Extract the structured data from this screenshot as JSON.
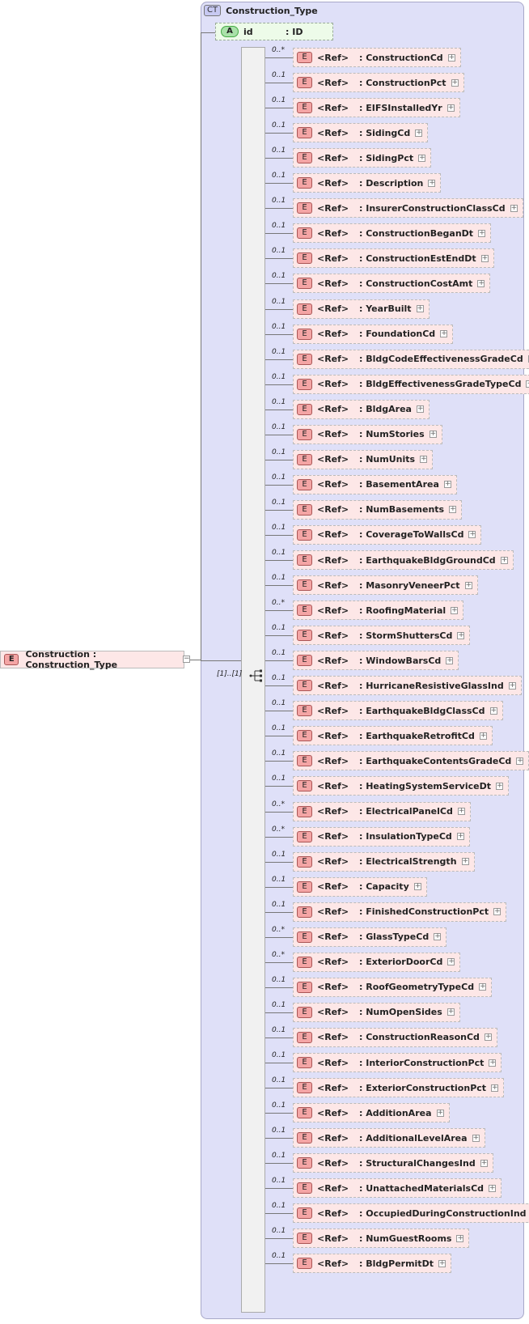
{
  "complex_type": {
    "badge": "CT",
    "name": "Construction_Type"
  },
  "root_element": {
    "badge": "E",
    "label": "Construction : Construction_Type"
  },
  "attribute": {
    "badge": "A",
    "name": "id",
    "type": ": ID"
  },
  "sequence": {
    "multiplicity": "[1]..[1]"
  },
  "elements": [
    {
      "mult": "0..*",
      "ref": "<Ref>",
      "name": ": ConstructionCd"
    },
    {
      "mult": "0..1",
      "ref": "<Ref>",
      "name": ": ConstructionPct"
    },
    {
      "mult": "0..1",
      "ref": "<Ref>",
      "name": ": EIFSInstalledYr"
    },
    {
      "mult": "0..1",
      "ref": "<Ref>",
      "name": ": SidingCd"
    },
    {
      "mult": "0..1",
      "ref": "<Ref>",
      "name": ": SidingPct"
    },
    {
      "mult": "0..1",
      "ref": "<Ref>",
      "name": ": Description"
    },
    {
      "mult": "0..1",
      "ref": "<Ref>",
      "name": ": InsurerConstructionClassCd"
    },
    {
      "mult": "0..1",
      "ref": "<Ref>",
      "name": ": ConstructionBeganDt"
    },
    {
      "mult": "0..1",
      "ref": "<Ref>",
      "name": ": ConstructionEstEndDt"
    },
    {
      "mult": "0..1",
      "ref": "<Ref>",
      "name": ": ConstructionCostAmt"
    },
    {
      "mult": "0..1",
      "ref": "<Ref>",
      "name": ": YearBuilt"
    },
    {
      "mult": "0..1",
      "ref": "<Ref>",
      "name": ": FoundationCd"
    },
    {
      "mult": "0..1",
      "ref": "<Ref>",
      "name": ": BldgCodeEffectivenessGradeCd"
    },
    {
      "mult": "0..1",
      "ref": "<Ref>",
      "name": ": BldgEffectivenessGradeTypeCd"
    },
    {
      "mult": "0..1",
      "ref": "<Ref>",
      "name": ": BldgArea"
    },
    {
      "mult": "0..1",
      "ref": "<Ref>",
      "name": ": NumStories"
    },
    {
      "mult": "0..1",
      "ref": "<Ref>",
      "name": ": NumUnits"
    },
    {
      "mult": "0..1",
      "ref": "<Ref>",
      "name": ": BasementArea"
    },
    {
      "mult": "0..1",
      "ref": "<Ref>",
      "name": ": NumBasements"
    },
    {
      "mult": "0..1",
      "ref": "<Ref>",
      "name": ": CoverageToWallsCd"
    },
    {
      "mult": "0..1",
      "ref": "<Ref>",
      "name": ": EarthquakeBldgGroundCd"
    },
    {
      "mult": "0..1",
      "ref": "<Ref>",
      "name": ": MasonryVeneerPct"
    },
    {
      "mult": "0..*",
      "ref": "<Ref>",
      "name": ": RoofingMaterial"
    },
    {
      "mult": "0..1",
      "ref": "<Ref>",
      "name": ": StormShuttersCd"
    },
    {
      "mult": "0..1",
      "ref": "<Ref>",
      "name": ": WindowBarsCd"
    },
    {
      "mult": "0..1",
      "ref": "<Ref>",
      "name": ": HurricaneResistiveGlassInd"
    },
    {
      "mult": "0..1",
      "ref": "<Ref>",
      "name": ": EarthquakeBldgClassCd"
    },
    {
      "mult": "0..1",
      "ref": "<Ref>",
      "name": ": EarthquakeRetrofitCd"
    },
    {
      "mult": "0..1",
      "ref": "<Ref>",
      "name": ": EarthquakeContentsGradeCd"
    },
    {
      "mult": "0..1",
      "ref": "<Ref>",
      "name": ": HeatingSystemServiceDt"
    },
    {
      "mult": "0..*",
      "ref": "<Ref>",
      "name": ": ElectricalPanelCd"
    },
    {
      "mult": "0..*",
      "ref": "<Ref>",
      "name": ": InsulationTypeCd"
    },
    {
      "mult": "0..1",
      "ref": "<Ref>",
      "name": ": ElectricalStrength"
    },
    {
      "mult": "0..1",
      "ref": "<Ref>",
      "name": ": Capacity"
    },
    {
      "mult": "0..1",
      "ref": "<Ref>",
      "name": ": FinishedConstructionPct"
    },
    {
      "mult": "0..*",
      "ref": "<Ref>",
      "name": ": GlassTypeCd"
    },
    {
      "mult": "0..*",
      "ref": "<Ref>",
      "name": ": ExteriorDoorCd"
    },
    {
      "mult": "0..1",
      "ref": "<Ref>",
      "name": ": RoofGeometryTypeCd"
    },
    {
      "mult": "0..1",
      "ref": "<Ref>",
      "name": ": NumOpenSides"
    },
    {
      "mult": "0..1",
      "ref": "<Ref>",
      "name": ": ConstructionReasonCd"
    },
    {
      "mult": "0..1",
      "ref": "<Ref>",
      "name": ": InteriorConstructionPct"
    },
    {
      "mult": "0..1",
      "ref": "<Ref>",
      "name": ": ExteriorConstructionPct"
    },
    {
      "mult": "0..1",
      "ref": "<Ref>",
      "name": ": AdditionArea"
    },
    {
      "mult": "0..1",
      "ref": "<Ref>",
      "name": ": AdditionalLevelArea"
    },
    {
      "mult": "0..1",
      "ref": "<Ref>",
      "name": ": StructuralChangesInd"
    },
    {
      "mult": "0..1",
      "ref": "<Ref>",
      "name": ": UnattachedMaterialsCd"
    },
    {
      "mult": "0..1",
      "ref": "<Ref>",
      "name": ": OccupiedDuringConstructionInd"
    },
    {
      "mult": "0..1",
      "ref": "<Ref>",
      "name": ": NumGuestRooms"
    },
    {
      "mult": "0..1",
      "ref": "<Ref>",
      "name": ": BldgPermitDt"
    }
  ]
}
